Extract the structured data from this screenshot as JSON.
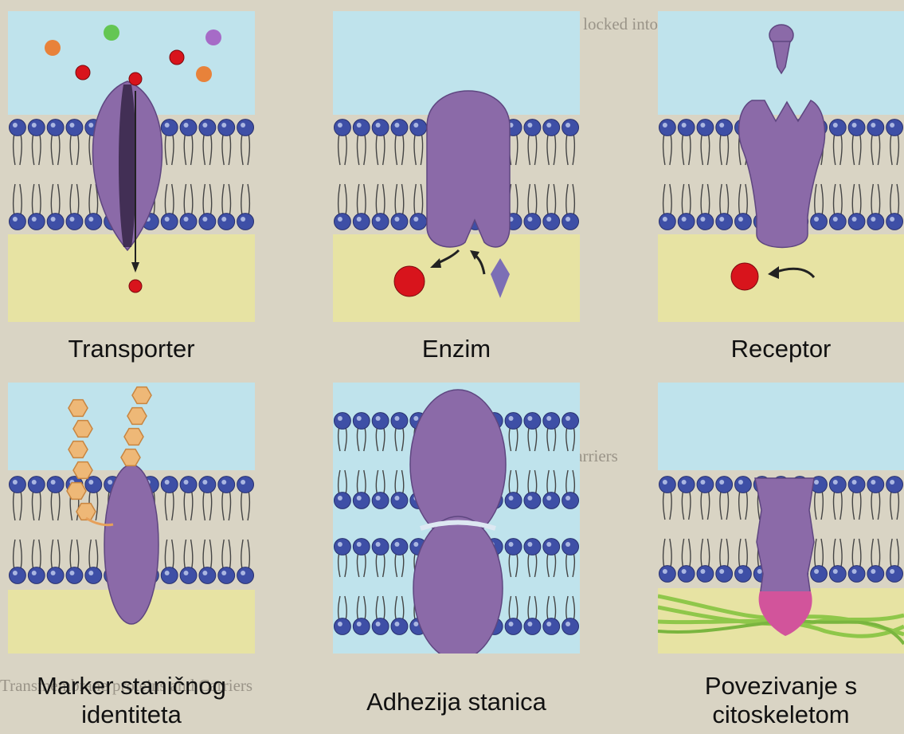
{
  "colors": {
    "water": "#bfe3ec",
    "cytoplasm": "#e7e3a3",
    "protein": "#8b6aa8",
    "head": "#3e4fa6",
    "carbohydrate": "#eeb877",
    "fiber": "#8fc74a",
    "anchor": "#d2549b",
    "background": "#d9d4c4"
  },
  "panels": [
    {
      "id": "transporter",
      "caption": "Transporter",
      "icon": "transporter-protein-icon"
    },
    {
      "id": "enzyme",
      "caption": "Enzim",
      "icon": "enzyme-protein-icon"
    },
    {
      "id": "receptor",
      "caption": "Receptor",
      "icon": "receptor-protein-icon"
    },
    {
      "id": "marker",
      "caption_line1": "Marker staničnog",
      "caption_line2": "identiteta",
      "icon": "cell-identity-marker-icon"
    },
    {
      "id": "adhesion",
      "caption": "Adhezija stanica",
      "icon": "cell-adhesion-protein-icon"
    },
    {
      "id": "cytoskeleton",
      "caption_line1": "Povezivanje s",
      "caption_line2": "citoskeletom",
      "icon": "cytoskeleton-attachment-icon"
    }
  ]
}
